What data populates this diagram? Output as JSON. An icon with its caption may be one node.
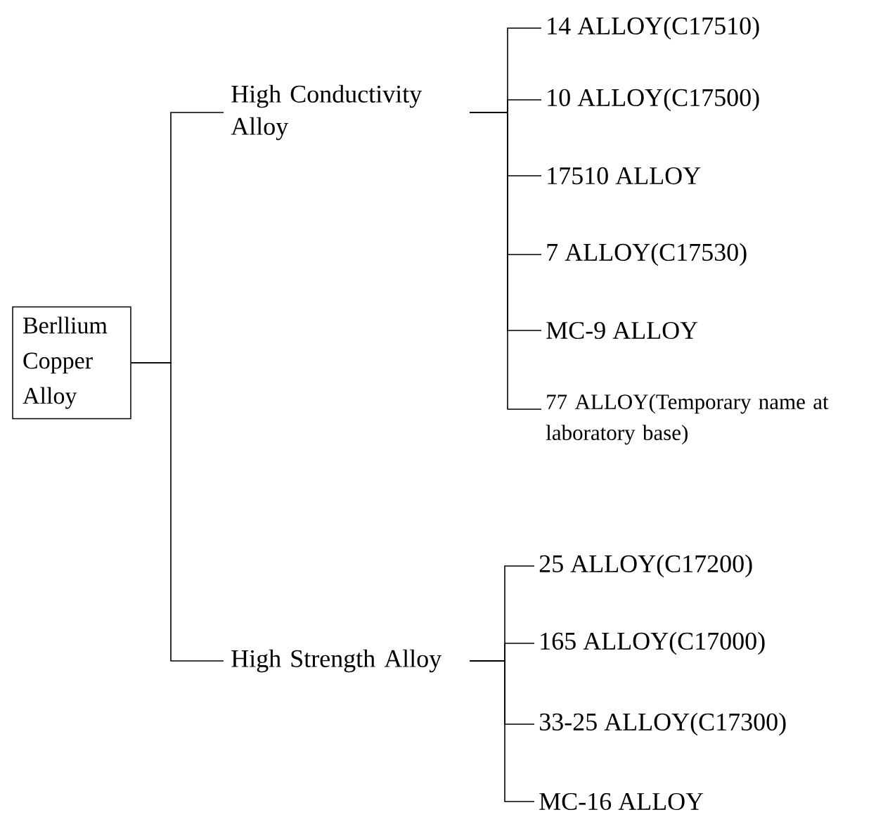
{
  "diagram": {
    "nodes": [
      {
        "text": [
          "Berllium Copper Alloy"
        ]
      },
      {
        "text": [
          "High Conductivity Alloy"
        ]
      },
      {
        "text": [
          "High Strength Alloy"
        ]
      },
      {
        "text": [
          "14 ALLOY(C17510)"
        ]
      },
      {
        "text": [
          "10 ALLOY(C17500)"
        ]
      },
      {
        "text": [
          "17510 ALLOY"
        ]
      },
      {
        "text": [
          "7 ALLOY(C17530)"
        ]
      },
      {
        "text": [
          "MC-9 ALLOY"
        ]
      },
      {
        "text": [
          "77 ALLOY(Temporary name at laboratory base)"
        ]
      },
      {
        "text": [
          "25 ALLOY(C17200)"
        ]
      },
      {
        "text": [
          "165 ALLOY(C17000)"
        ]
      },
      {
        "text": [
          "33-25 ALLOY(C17300)"
        ]
      },
      {
        "text": [
          "MC-16 ALLOY"
        ]
      }
    ],
    "edges": [
      {
        "from": 0,
        "to": 1,
        "arrow": "none"
      },
      {
        "from": 0,
        "to": 2,
        "arrow": "none"
      },
      {
        "from": 1,
        "to": 3,
        "arrow": "none"
      },
      {
        "from": 1,
        "to": 4,
        "arrow": "none"
      },
      {
        "from": 1,
        "to": 5,
        "arrow": "none"
      },
      {
        "from": 1,
        "to": 6,
        "arrow": "none"
      },
      {
        "from": 1,
        "to": 7,
        "arrow": "none"
      },
      {
        "from": 1,
        "to": 8,
        "arrow": "none"
      },
      {
        "from": 2,
        "to": 9,
        "arrow": "none"
      },
      {
        "from": 2,
        "to": 10,
        "arrow": "none"
      },
      {
        "from": 2,
        "to": 11,
        "arrow": "none"
      },
      {
        "from": 2,
        "to": 12,
        "arrow": "none"
      }
    ]
  }
}
